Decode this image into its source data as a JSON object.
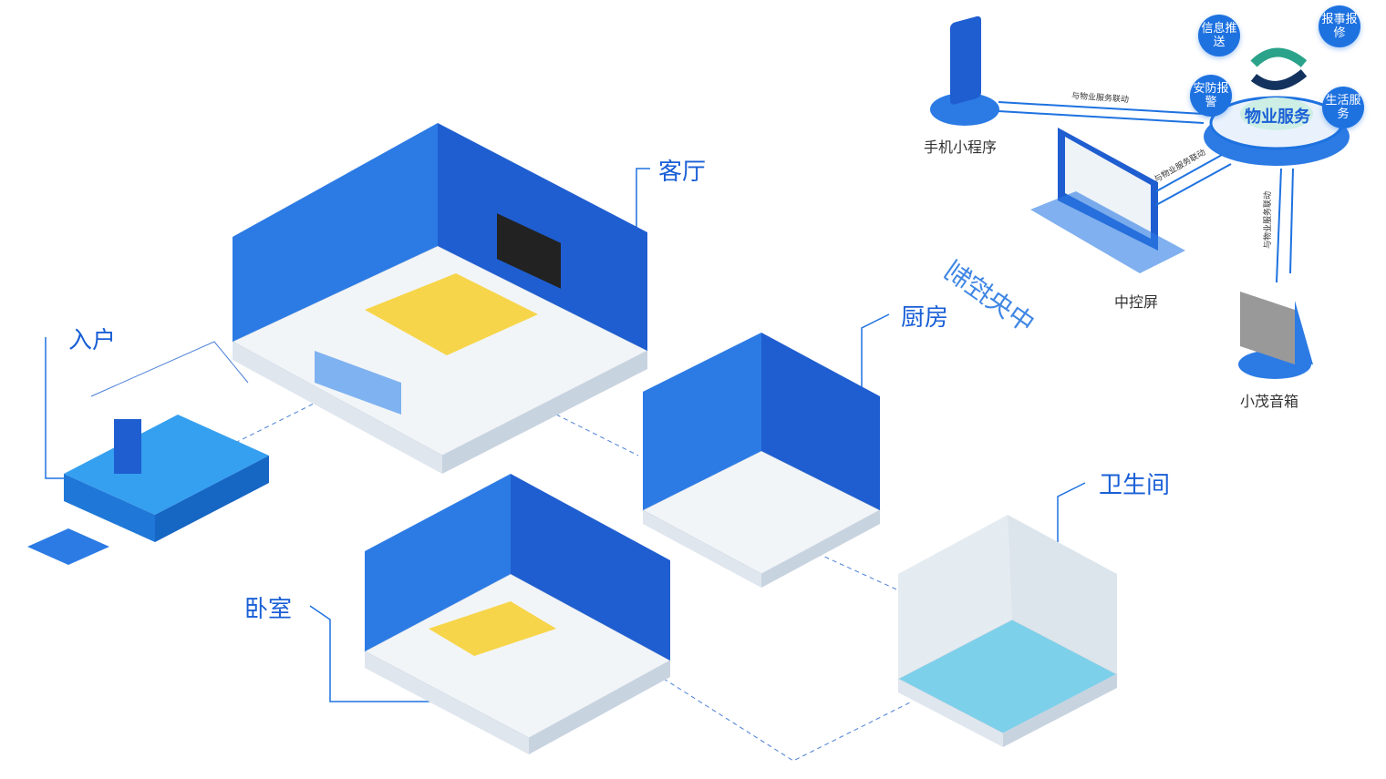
{
  "rooms": {
    "entry": "入户",
    "living": "客厅",
    "kitchen": "厨房",
    "bedroom": "卧室",
    "bathroom": "卫生间"
  },
  "devices": {
    "phone": "手机小程序",
    "panel": "中控屏",
    "speaker": "小茂音箱"
  },
  "property": {
    "core": "物业服务",
    "bubbles": [
      "信息推送",
      "报事报修",
      "安防报警",
      "生活服务"
    ]
  },
  "links": {
    "label": "与物业服务联动"
  },
  "slant_text": "中央控制",
  "colors": {
    "primary": "#1e72e0",
    "accent": "#2ba38a",
    "floor": "#e9eef3"
  }
}
